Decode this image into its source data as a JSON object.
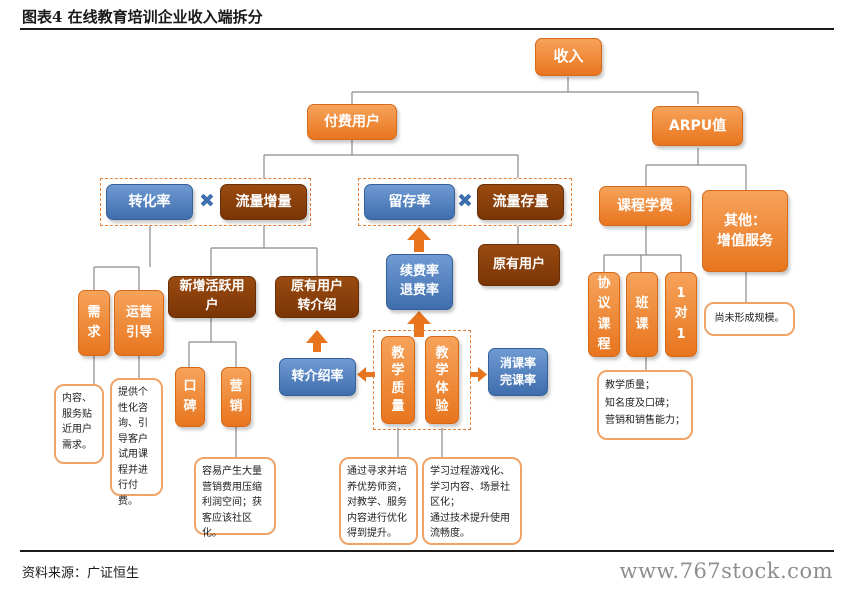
{
  "header": {
    "title": "图表4 在线教育培训企业收入端拆分"
  },
  "footer": {
    "source": "资料来源：广证恒生",
    "watermark": "www.767stock.com"
  },
  "nodes": {
    "revenue": "收入",
    "paying_users": "付费用户",
    "arpu": "ARPU值",
    "conversion_rate": "转化率",
    "traffic_growth": "流量增量",
    "retention_rate": "留存率",
    "traffic_stock": "流量存量",
    "course_fee": "课程学费",
    "other": "其他：\n增值服务",
    "demand": "需\n求",
    "operations": "运营\n引导",
    "new_active_users": "新增活跃用\n户",
    "referral_existing": "原有用户\n转介绍",
    "renewal_refund": "续费率\n退费率",
    "existing_users": "原有用户",
    "word_of_mouth": "口\n碑",
    "marketing": "营\n销",
    "referral_rate": "转介绍率",
    "teaching_quality": "教\n学\n质\n量",
    "teaching_experience": "教\n学\n体\n验",
    "consumption_rate": "消课率\n完课率",
    "agreement_course": "协\n议\n课\n程",
    "class_course": "班\n课",
    "one_on_one": "1\n对\n1"
  },
  "notes": {
    "demand_note": "内容、\n服务贴\n近用户\n需求。",
    "operations_note": "提供个\n性化咨\n询、引\n导客户\n试用课\n程并进\n行付费。",
    "marketing_note": "容易产生大量\n营销费用压缩\n利润空间；获\n客应该社区化。",
    "quality_note": "通过寻求并培\n养优势师资，\n对教学、服务\n内容进行优化\n得到提升。",
    "experience_note": "学习过程游戏化、\n学习内容、场景社\n区化；\n通过技术提升使用\n流畅度。",
    "course_note": "教学质量；\n知名度及口碑；\n营销和销售能力；",
    "other_note": "尚未形成规模。"
  },
  "symbols": {
    "multiply": "✖"
  },
  "colors": {
    "orange": "#e8751e",
    "blue": "#3f6eae",
    "brown": "#7a3506",
    "note_border": "#f0a367"
  }
}
